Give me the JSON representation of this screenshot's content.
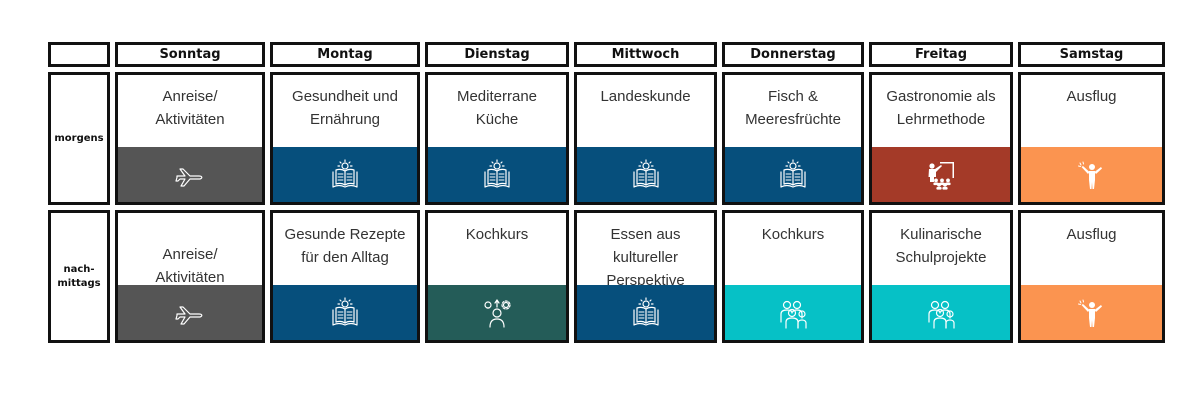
{
  "days": [
    "Sonntag",
    "Montag",
    "Dienstag",
    "Mittwoch",
    "Donnerstag",
    "Freitag",
    "Samstag"
  ],
  "rows": [
    {
      "label_lines": [
        "morgens"
      ]
    },
    {
      "label_lines": [
        "nach-",
        "mittags"
      ]
    }
  ],
  "colors": {
    "grey": "#555555",
    "blue": "#064f7c",
    "teal_dark": "#245c58",
    "cyan": "#06c1c6",
    "red": "#a43a28",
    "orange": "#fb9450"
  },
  "schedule": {
    "morning": [
      {
        "lines": [
          "Anreise/",
          "Aktivitäten"
        ],
        "band": "grey",
        "icon": "plane-icon"
      },
      {
        "lines": [
          "Gesundheit und",
          "Ernährung"
        ],
        "band": "blue",
        "icon": "open-book-lightbulb-icon"
      },
      {
        "lines": [
          "Mediterrane",
          "Küche"
        ],
        "band": "blue",
        "icon": "open-book-lightbulb-icon"
      },
      {
        "lines": [
          "Landeskunde"
        ],
        "band": "blue",
        "icon": "open-book-lightbulb-icon"
      },
      {
        "lines": [
          "Fisch &",
          "Meeresfrüchte"
        ],
        "band": "blue",
        "icon": "open-book-lightbulb-icon"
      },
      {
        "lines": [
          "Gastronomie als",
          "Lehrmethode"
        ],
        "band": "red",
        "icon": "classroom-teacher-icon"
      },
      {
        "lines": [
          "Ausflug"
        ],
        "band": "orange",
        "icon": "waving-person-icon"
      }
    ],
    "afternoon": [
      {
        "lines": [
          "Anreise/",
          "Aktivitäten"
        ],
        "band": "grey",
        "icon": "plane-icon"
      },
      {
        "lines": [
          "Gesunde Rezepte",
          "für den Alltag"
        ],
        "band": "blue",
        "icon": "open-book-lightbulb-icon"
      },
      {
        "lines": [
          "Kochkurs"
        ],
        "band": "teal_dark",
        "icon": "person-ideas-icon"
      },
      {
        "lines": [
          "Essen aus",
          "kultureller",
          "Perspektive"
        ],
        "band": "blue",
        "icon": "open-book-lightbulb-icon"
      },
      {
        "lines": [
          "Kochkurs"
        ],
        "band": "cyan",
        "icon": "group-people-icon"
      },
      {
        "lines": [
          "Kulinarische",
          "Schulprojekte"
        ],
        "band": "cyan",
        "icon": "group-people-icon"
      },
      {
        "lines": [
          "Ausflug"
        ],
        "band": "orange",
        "icon": "waving-person-icon"
      }
    ]
  }
}
